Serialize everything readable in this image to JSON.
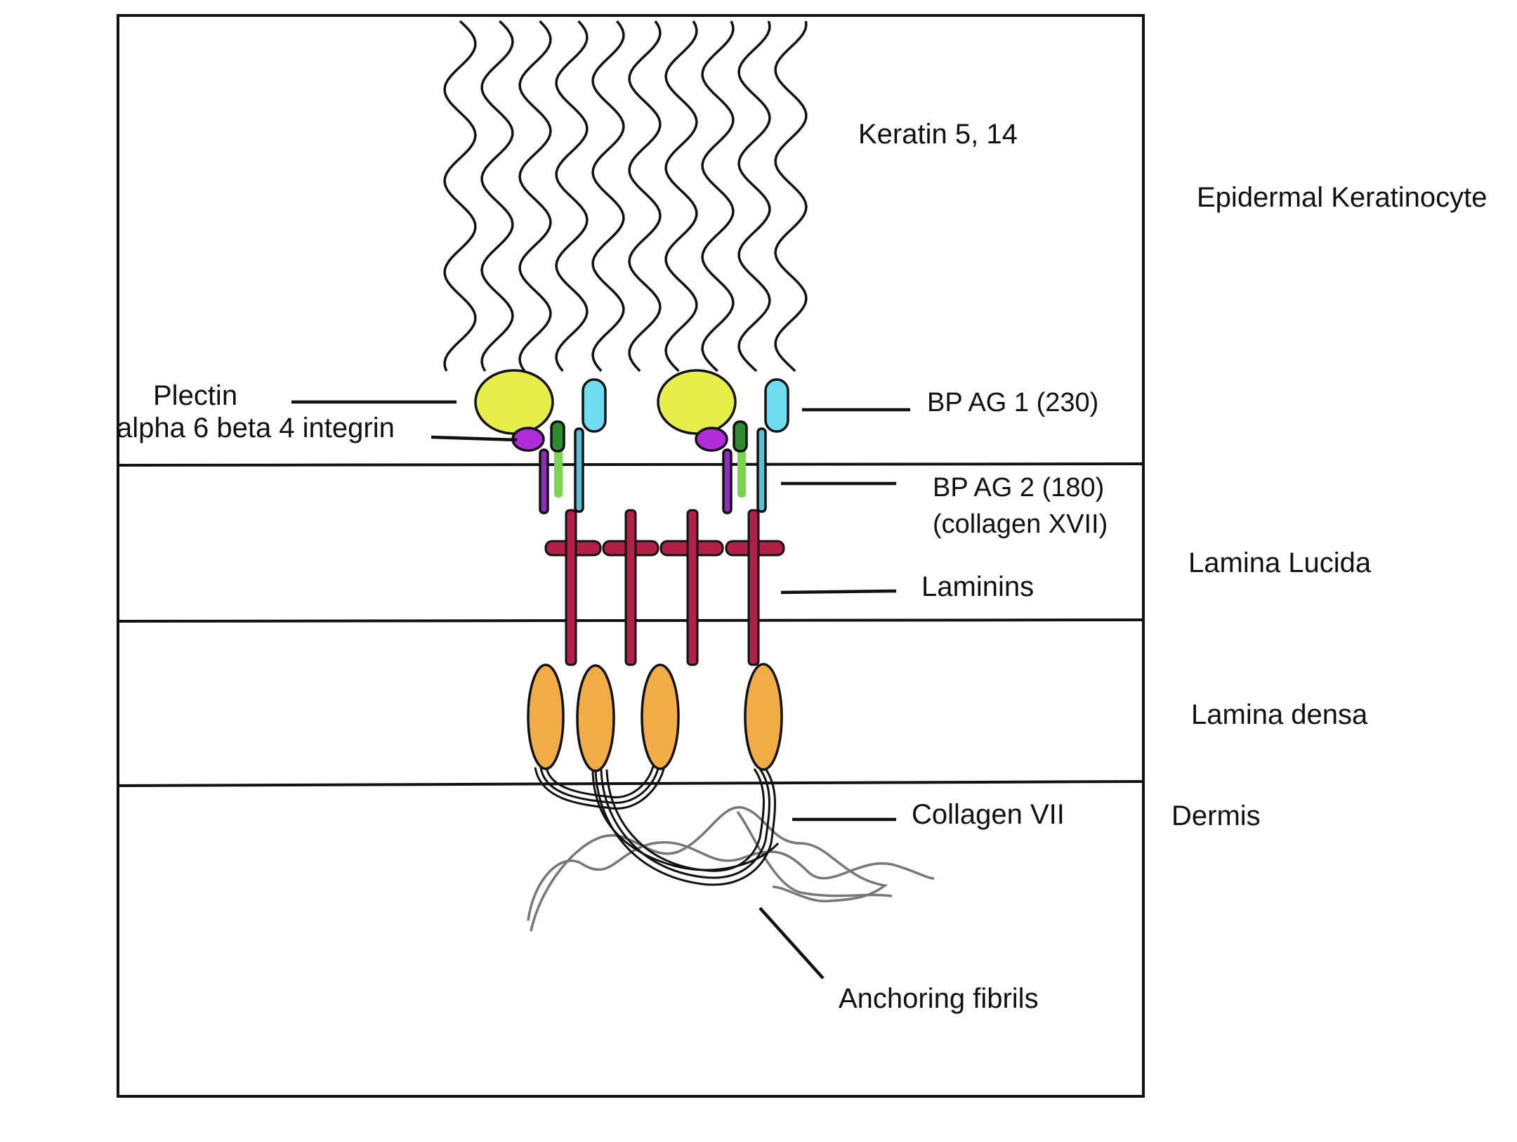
{
  "labels": {
    "keratin": "Keratin 5, 14",
    "epidermal_keratinocyte": "Epidermal Keratinocyte",
    "plectin": "Plectin",
    "integrin": "alpha 6 beta 4 integrin",
    "bpag1": "BP AG 1 (230)",
    "bpag2_line1": "BP AG 2 (180)",
    "bpag2_line2": "(collagen XVII)",
    "lamina_lucida": "Lamina Lucida",
    "laminins": "Laminins",
    "lamina_densa": "Lamina densa",
    "collagen_vii": "Collagen VII",
    "dermis": "Dermis",
    "anchoring_fibrils": "Anchoring fibrils"
  },
  "colors": {
    "plectin": "#e6ee4a",
    "integrin_head": "#b02cd8",
    "integrin_stalk": "#8b2fb8",
    "green_stalk": "#2e8b2e",
    "green_light": "#7cd34f",
    "bpag1": "#6fdcf0",
    "bpag2": "#5bbfd6",
    "laminin": "#b02048",
    "lamina_densa_oval": "#f0ad45"
  }
}
